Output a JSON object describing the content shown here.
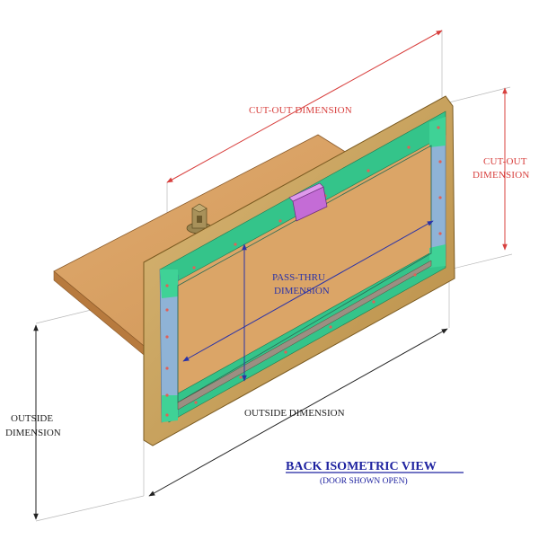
{
  "labels": {
    "cutout_top": "CUT-OUT DIMENSION",
    "cutout_right_1": "CUT-OUT",
    "cutout_right_2": "DIMENSION",
    "passthru_1": "PASS-THRU",
    "passthru_2": "DIMENSION",
    "outside_bottom": "OUTSIDE DIMENSION",
    "outside_left_1": "OUTSIDE",
    "outside_left_2": "DIMENSION"
  },
  "view": {
    "title": "BACK ISOMETRIC VIEW",
    "subtitle": "(DOOR SHOWN OPEN)"
  },
  "colors": {
    "dimension_red": "#d8403e",
    "dimension_blue": "#2a33a8",
    "dimension_black": "#222222",
    "door_panel": "#d9a060",
    "frame_gold": "#caa45e",
    "gasket_green": "#34c48a",
    "gasket_blue": "#8fb3d6",
    "latch_magenta": "#c46cd6"
  },
  "icons": [
    "hinge-knob-icon",
    "latch-block-icon"
  ]
}
